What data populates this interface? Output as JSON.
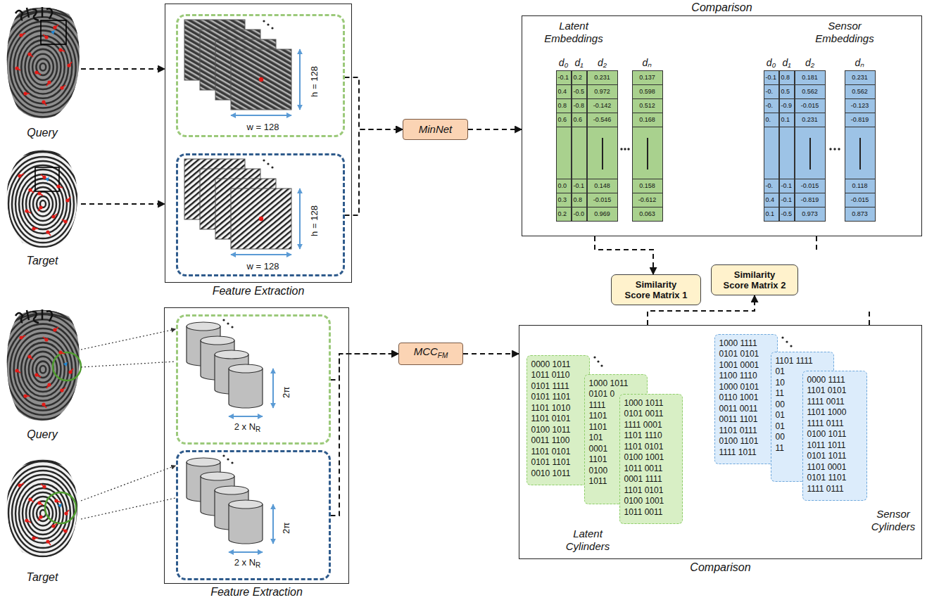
{
  "diagram": {
    "nodes": [
      {
        "text": [
          "Query"
        ]
      },
      {
        "text": [
          "Target"
        ]
      },
      {
        "text": [
          "Feature Extraction"
        ]
      },
      {
        "text": [
          "h = 128",
          "w = 128"
        ],
        "in": 2
      },
      {
        "text": [
          "h = 128",
          "w = 128"
        ],
        "in": 2
      },
      {
        "text": [
          "MinNet"
        ]
      },
      {
        "text": [
          "Comparison"
        ]
      },
      {
        "text": [
          "d₀",
          "-0.1",
          "0.4",
          "0.8",
          "0.6",
          "0.0",
          "0.3",
          "0.2"
        ],
        "in": 6
      },
      {
        "text": [
          "d₁",
          "0.2",
          "-0.5",
          "-0.8",
          "0.6",
          "-0.1",
          "0.8",
          "-0.0"
        ],
        "in": 6
      },
      {
        "text": [
          "d₂",
          "0.231",
          "0.972",
          "-0.142",
          "-0.546",
          "0.148",
          "-0.015",
          "0.969"
        ],
        "in": 6
      },
      {
        "text": [
          "dₙ",
          "0.137",
          "0.598",
          "0.512",
          "0.168",
          "0.158",
          "-0.612",
          "0.063"
        ],
        "in": 6
      },
      {
        "text": [
          "d₀",
          "-0.1",
          "-0.",
          "-0.",
          "0.",
          "-0.",
          "0.4",
          "0.1"
        ],
        "in": 6
      },
      {
        "text": [
          "d₁",
          "0.8",
          "0.5",
          "-0.9",
          "0.1",
          "-0.1",
          "-0.1",
          "-0.5"
        ],
        "in": 6
      },
      {
        "text": [
          "d₂",
          "0.181",
          "0.562",
          "-0.015",
          "0.231",
          "-0.015",
          "-0.819",
          "0.973"
        ],
        "in": 6
      },
      {
        "text": [
          "dₙ",
          "0.231",
          "0.562",
          "-0.123",
          "-0.819",
          "0.118",
          "-0.015",
          "0.873"
        ],
        "in": 6
      },
      {
        "text": [
          "Similarity Score Matrix 1"
        ]
      },
      {
        "text": [
          "Similarity Score Matrix 2"
        ]
      },
      {
        "text": [
          "Query"
        ]
      },
      {
        "text": [
          "Target"
        ]
      },
      {
        "text": [
          "Feature Extraction"
        ]
      },
      {
        "text": [
          "2π",
          "2 x N",
          "R"
        ],
        "in": 19
      },
      {
        "text": [
          "2π",
          "2 x N",
          "R"
        ],
        "in": 19
      },
      {
        "text": [
          "MCC",
          "FM"
        ]
      },
      {
        "text": [
          "Comparison"
        ]
      },
      {
        "text": [
          "0000 1011",
          "1011 0110",
          "0101 1111",
          "0101 1101",
          "1101 1010",
          "1101 0101",
          "0100 1011",
          "0011 1100",
          "1101 0101",
          "0101 1101",
          "0010 1011"
        ],
        "in": 23
      },
      {
        "text": [
          "1000 1011",
          "0101 0",
          "1111",
          "1101",
          "1101",
          "101",
          "0001",
          "1101",
          "0100",
          "1011"
        ],
        "in": 23
      },
      {
        "text": [
          "1000 1011",
          "0101 0011",
          "1111 0001",
          "1101 1110",
          "1101 0101",
          "0100 1001",
          "1011 0011",
          "0001 1111",
          "1101 0101",
          "0100 1001",
          "1011 0011"
        ],
        "in": 23
      },
      {
        "text": [
          "1000 1111",
          "0101 0101",
          "1001 0001",
          "1100 1110",
          "1000 0101",
          "0110 1001",
          "0011 0011",
          "0011 1101",
          "1101 0111",
          "0100 1101",
          "1111 1011"
        ],
        "in": 23
      },
      {
        "text": [
          "1101 1111",
          "01",
          "10",
          "11",
          "00",
          "01",
          "01",
          "00",
          "11"
        ],
        "in": 23
      },
      {
        "text": [
          "0000 1111",
          "1101 0101",
          "1111 0011",
          "1101 1000",
          "1111 0111",
          "0100 1011",
          "1011 1011",
          "0101 1011",
          "1101 0001",
          "0101 1101",
          "1111 0111"
        ],
        "in": 23
      }
    ],
    "edges": [
      {
        "from": 0,
        "to": 2,
        "arrow": "to"
      },
      {
        "from": 1,
        "to": 2,
        "arrow": "to"
      },
      {
        "from": 3,
        "to": 5,
        "arrow": "to"
      },
      {
        "from": 4,
        "to": 5,
        "arrow": "to"
      },
      {
        "from": 5,
        "to": 6,
        "arrow": "to"
      },
      {
        "from": 6,
        "to": 15,
        "arrow": "to"
      },
      {
        "from": 23,
        "to": 16,
        "arrow": "to"
      },
      {
        "from": 17,
        "to": 20,
        "arrow": "to"
      },
      {
        "from": 18,
        "to": 21,
        "arrow": "to"
      },
      {
        "from": 20,
        "to": 22,
        "arrow": "to"
      },
      {
        "from": 21,
        "to": 22,
        "arrow": "to"
      },
      {
        "from": 22,
        "to": 23,
        "arrow": "to"
      }
    ],
    "labels": [
      "Latent Embeddings",
      "Sensor Embeddings",
      "Latent Cylinders",
      "Sensor Cylinders"
    ]
  }
}
